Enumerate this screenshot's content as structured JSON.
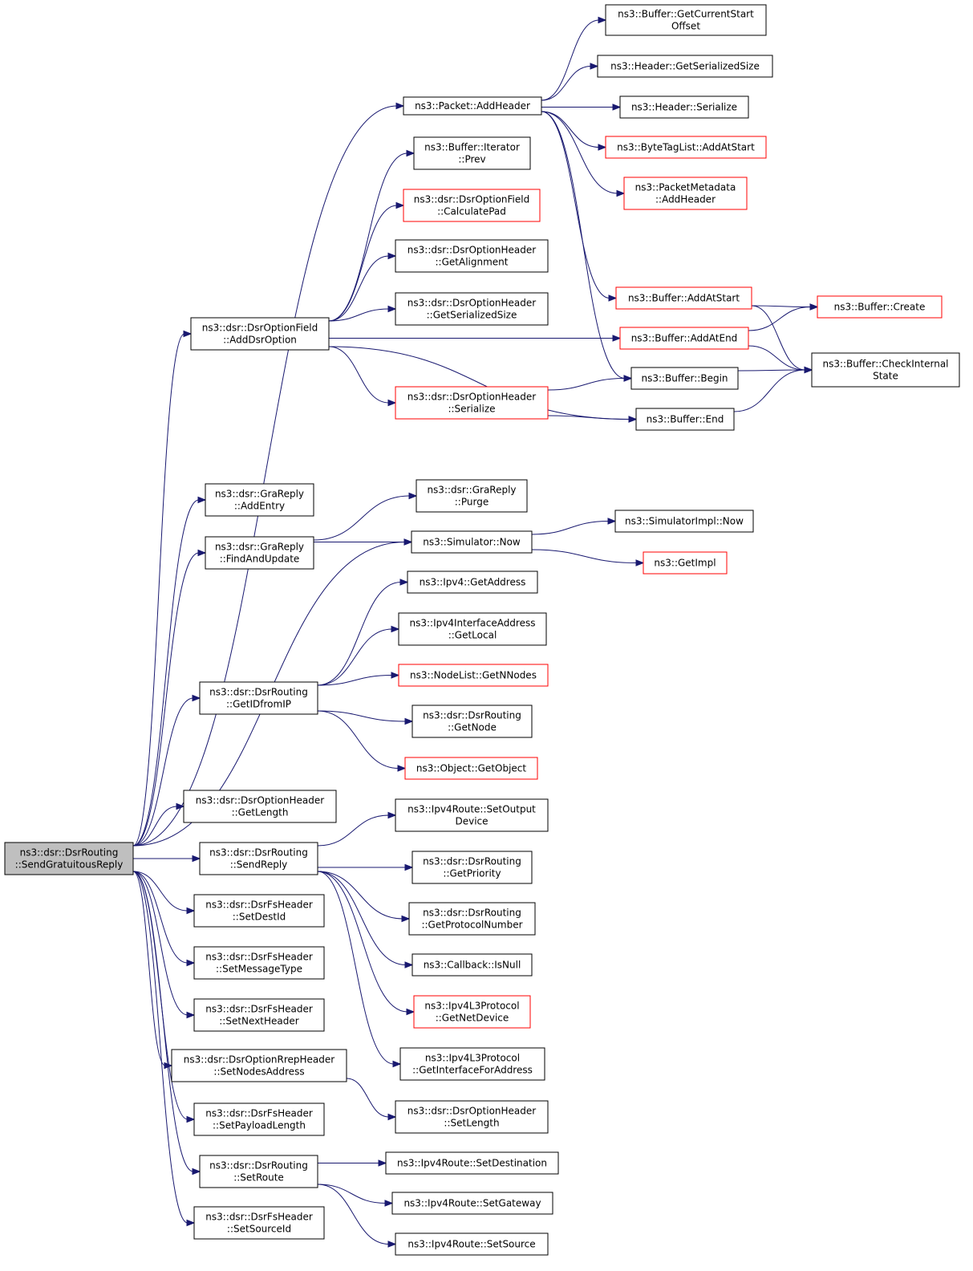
{
  "diagram": {
    "type": "call-graph",
    "colors": {
      "edge": "#191970",
      "border": "#000000",
      "truncated_border": "#ff0000",
      "root_fill": "#bfbfbf",
      "background": "#ffffff"
    },
    "nodes": [
      {
        "id": "root",
        "lines": [
          "ns3::dsr::DsrRouting",
          "::SendGratuitousReply"
        ],
        "root": true
      },
      {
        "id": "addHeader",
        "lines": [
          "ns3::Packet::AddHeader"
        ]
      },
      {
        "id": "getCurStart",
        "lines": [
          "ns3::Buffer::GetCurrentStart",
          "Offset"
        ]
      },
      {
        "id": "hdrSize",
        "lines": [
          "ns3::Header::GetSerializedSize"
        ]
      },
      {
        "id": "hdrSer",
        "lines": [
          "ns3::Header::Serialize"
        ]
      },
      {
        "id": "btlAdd",
        "lines": [
          "ns3::ByteTagList::AddAtStart"
        ],
        "truncated": true
      },
      {
        "id": "pmAdd",
        "lines": [
          "ns3::PacketMetadata",
          "::AddHeader"
        ],
        "truncated": true
      },
      {
        "id": "bufPrev",
        "lines": [
          "ns3::Buffer::Iterator",
          "::Prev"
        ]
      },
      {
        "id": "calcPad",
        "lines": [
          "ns3::dsr::DsrOptionField",
          "::CalculatePad"
        ],
        "truncated": true
      },
      {
        "id": "getAlign",
        "lines": [
          "ns3::dsr::DsrOptionHeader",
          "::GetAlignment"
        ]
      },
      {
        "id": "ohSize",
        "lines": [
          "ns3::dsr::DsrOptionHeader",
          "::GetSerializedSize"
        ]
      },
      {
        "id": "addDsr",
        "lines": [
          "ns3::dsr::DsrOptionField",
          "::AddDsrOption"
        ]
      },
      {
        "id": "ohSer",
        "lines": [
          "ns3::dsr::DsrOptionHeader",
          "::Serialize"
        ],
        "truncated": true
      },
      {
        "id": "bufAddStart",
        "lines": [
          "ns3::Buffer::AddAtStart"
        ],
        "truncated": true
      },
      {
        "id": "bufAddEnd",
        "lines": [
          "ns3::Buffer::AddAtEnd"
        ],
        "truncated": true
      },
      {
        "id": "bufBegin",
        "lines": [
          "ns3::Buffer::Begin"
        ]
      },
      {
        "id": "bufEnd",
        "lines": [
          "ns3::Buffer::End"
        ]
      },
      {
        "id": "bufCreate",
        "lines": [
          "ns3::Buffer::Create"
        ],
        "truncated": true
      },
      {
        "id": "bufCheck",
        "lines": [
          "ns3::Buffer::CheckInternal",
          "State"
        ]
      },
      {
        "id": "graAdd",
        "lines": [
          "ns3::dsr::GraReply",
          "::AddEntry"
        ]
      },
      {
        "id": "graFind",
        "lines": [
          "ns3::dsr::GraReply",
          "::FindAndUpdate"
        ]
      },
      {
        "id": "graPurge",
        "lines": [
          "ns3::dsr::GraReply",
          "::Purge"
        ]
      },
      {
        "id": "simNow",
        "lines": [
          "ns3::Simulator::Now"
        ]
      },
      {
        "id": "simImplNow",
        "lines": [
          "ns3::SimulatorImpl::Now"
        ]
      },
      {
        "id": "getImpl",
        "lines": [
          "ns3::GetImpl"
        ],
        "truncated": true
      },
      {
        "id": "ipv4Addr",
        "lines": [
          "ns3::Ipv4::GetAddress"
        ]
      },
      {
        "id": "ifaceLocal",
        "lines": [
          "ns3::Ipv4InterfaceAddress",
          "::GetLocal"
        ]
      },
      {
        "id": "getNNodes",
        "lines": [
          "ns3::NodeList::GetNNodes"
        ],
        "truncated": true
      },
      {
        "id": "getIdFromIp",
        "lines": [
          "ns3::dsr::DsrRouting",
          "::GetIDfromIP"
        ]
      },
      {
        "id": "getNode",
        "lines": [
          "ns3::dsr::DsrRouting",
          "::GetNode"
        ]
      },
      {
        "id": "getObject",
        "lines": [
          "ns3::Object::GetObject"
        ],
        "truncated": true
      },
      {
        "id": "ohGetLen",
        "lines": [
          "ns3::dsr::DsrOptionHeader",
          "::GetLength"
        ]
      },
      {
        "id": "sendReply",
        "lines": [
          "ns3::dsr::DsrRouting",
          "::SendReply"
        ]
      },
      {
        "id": "setOutDev",
        "lines": [
          "ns3::Ipv4Route::SetOutput",
          "Device"
        ]
      },
      {
        "id": "getPriority",
        "lines": [
          "ns3::dsr::DsrRouting",
          "::GetPriority"
        ]
      },
      {
        "id": "getProto",
        "lines": [
          "ns3::dsr::DsrRouting",
          "::GetProtocolNumber"
        ]
      },
      {
        "id": "cbIsNull",
        "lines": [
          "ns3::Callback::IsNull"
        ]
      },
      {
        "id": "getNetDev",
        "lines": [
          "ns3::Ipv4L3Protocol",
          "::GetNetDevice"
        ],
        "truncated": true
      },
      {
        "id": "getIfFor",
        "lines": [
          "ns3::Ipv4L3Protocol",
          "::GetInterfaceForAddress"
        ]
      },
      {
        "id": "fsDest",
        "lines": [
          "ns3::dsr::DsrFsHeader",
          "::SetDestId"
        ]
      },
      {
        "id": "fsMsg",
        "lines": [
          "ns3::dsr::DsrFsHeader",
          "::SetMessageType"
        ]
      },
      {
        "id": "fsNext",
        "lines": [
          "ns3::dsr::DsrFsHeader",
          "::SetNextHeader"
        ]
      },
      {
        "id": "rrepNodes",
        "lines": [
          "ns3::dsr::DsrOptionRrepHeader",
          "::SetNodesAddress"
        ]
      },
      {
        "id": "ohSetLen",
        "lines": [
          "ns3::dsr::DsrOptionHeader",
          "::SetLength"
        ]
      },
      {
        "id": "fsPayload",
        "lines": [
          "ns3::dsr::DsrFsHeader",
          "::SetPayloadLength"
        ]
      },
      {
        "id": "setRoute",
        "lines": [
          "ns3::dsr::DsrRouting",
          "::SetRoute"
        ]
      },
      {
        "id": "setDest",
        "lines": [
          "ns3::Ipv4Route::SetDestination"
        ]
      },
      {
        "id": "setGw",
        "lines": [
          "ns3::Ipv4Route::SetGateway"
        ]
      },
      {
        "id": "fsSrc",
        "lines": [
          "ns3::dsr::DsrFsHeader",
          "::SetSourceId"
        ]
      },
      {
        "id": "setSrc",
        "lines": [
          "ns3::Ipv4Route::SetSource"
        ]
      }
    ],
    "edges": [
      [
        "root",
        "addHeader"
      ],
      [
        "root",
        "addDsr"
      ],
      [
        "root",
        "graAdd"
      ],
      [
        "root",
        "graFind"
      ],
      [
        "root",
        "simNow"
      ],
      [
        "root",
        "getIdFromIp"
      ],
      [
        "root",
        "ohGetLen"
      ],
      [
        "root",
        "sendReply"
      ],
      [
        "root",
        "fsDest"
      ],
      [
        "root",
        "fsMsg"
      ],
      [
        "root",
        "fsNext"
      ],
      [
        "root",
        "rrepNodes"
      ],
      [
        "root",
        "fsPayload"
      ],
      [
        "root",
        "setRoute"
      ],
      [
        "root",
        "fsSrc"
      ],
      [
        "addHeader",
        "getCurStart"
      ],
      [
        "addHeader",
        "hdrSize"
      ],
      [
        "addHeader",
        "hdrSer"
      ],
      [
        "addHeader",
        "btlAdd"
      ],
      [
        "addHeader",
        "pmAdd"
      ],
      [
        "addHeader",
        "bufAddStart"
      ],
      [
        "addHeader",
        "bufBegin"
      ],
      [
        "addDsr",
        "bufPrev"
      ],
      [
        "addDsr",
        "calcPad"
      ],
      [
        "addDsr",
        "getAlign"
      ],
      [
        "addDsr",
        "ohSize"
      ],
      [
        "addDsr",
        "bufAddEnd"
      ],
      [
        "addDsr",
        "ohSer"
      ],
      [
        "addDsr",
        "bufEnd"
      ],
      [
        "ohSer",
        "bufBegin"
      ],
      [
        "ohSer",
        "bufEnd"
      ],
      [
        "bufAddStart",
        "bufCreate"
      ],
      [
        "bufAddStart",
        "bufCheck"
      ],
      [
        "bufAddEnd",
        "bufCreate"
      ],
      [
        "bufAddEnd",
        "bufCheck"
      ],
      [
        "bufBegin",
        "bufCheck"
      ],
      [
        "bufEnd",
        "bufCheck"
      ],
      [
        "graFind",
        "graPurge"
      ],
      [
        "graFind",
        "simNow"
      ],
      [
        "simNow",
        "simImplNow"
      ],
      [
        "simNow",
        "getImpl"
      ],
      [
        "getIdFromIp",
        "ipv4Addr"
      ],
      [
        "getIdFromIp",
        "ifaceLocal"
      ],
      [
        "getIdFromIp",
        "getNNodes"
      ],
      [
        "getIdFromIp",
        "getNode"
      ],
      [
        "getIdFromIp",
        "getObject"
      ],
      [
        "sendReply",
        "setOutDev"
      ],
      [
        "sendReply",
        "getPriority"
      ],
      [
        "sendReply",
        "getProto"
      ],
      [
        "sendReply",
        "cbIsNull"
      ],
      [
        "sendReply",
        "getNetDev"
      ],
      [
        "sendReply",
        "getIfFor"
      ],
      [
        "rrepNodes",
        "ohSetLen"
      ],
      [
        "setRoute",
        "setDest"
      ],
      [
        "setRoute",
        "setGw"
      ],
      [
        "setRoute",
        "setSrc"
      ]
    ]
  }
}
